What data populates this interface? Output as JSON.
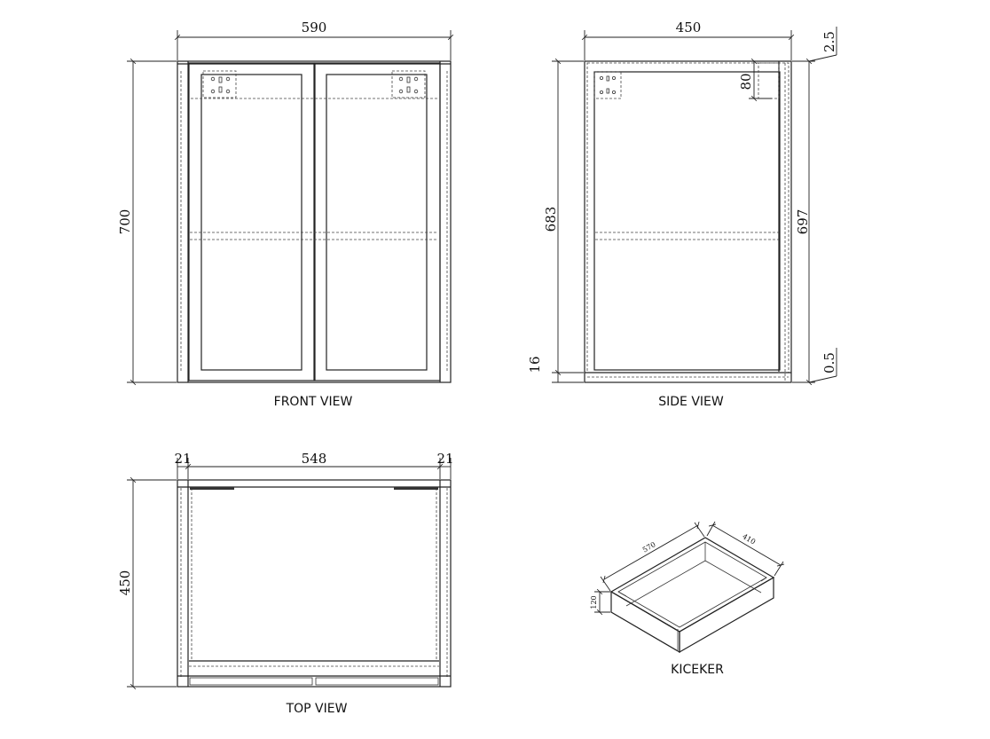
{
  "views": {
    "front": {
      "label": "FRONT VIEW",
      "width": "590",
      "height": "700"
    },
    "side": {
      "label": "SIDE VIEW",
      "depth": "450",
      "inner_height": "683",
      "outer_height": "697",
      "top_gap": "2.5",
      "bottom_gap": "0.5",
      "kick": "16",
      "hinge": "80"
    },
    "top": {
      "label": "TOP VIEW",
      "inner_width": "548",
      "left_panel": "21",
      "right_panel": "21",
      "depth": "450"
    },
    "drawer": {
      "label": "KICEKER",
      "length": "570",
      "width": "410",
      "height": "120"
    }
  }
}
